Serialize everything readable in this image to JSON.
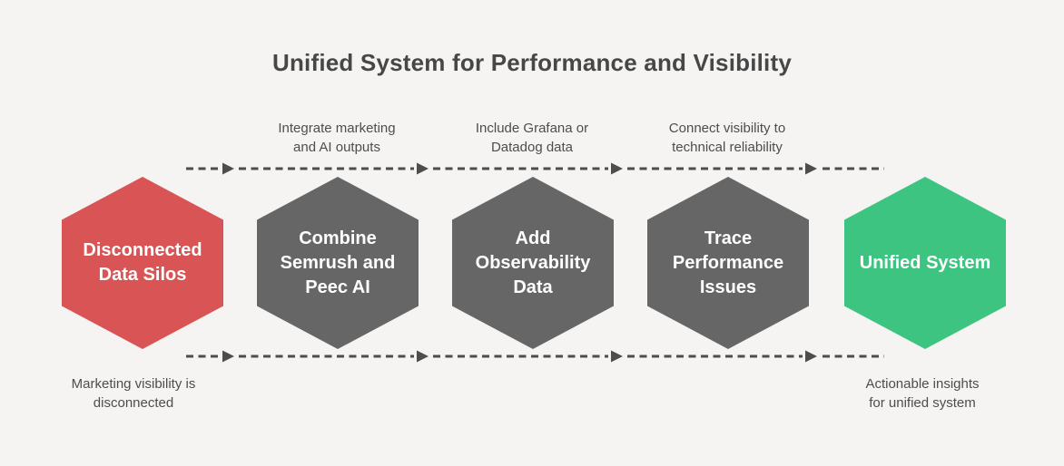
{
  "title": "Unified System for Performance and Visibility",
  "colors": {
    "background": "#F5F4F2",
    "text": "#4D4D4D",
    "arrow": "#4D4D4D",
    "red": "#D95454",
    "gray": "#666666",
    "green": "#3EC481",
    "hex_label": "#FFFFFF",
    "title": "#474747"
  },
  "steps": [
    {
      "label": "Disconnected\nData Silos",
      "color": "#D95454"
    },
    {
      "label": "Combine\nSemrush and\nPeec AI",
      "color": "#666666"
    },
    {
      "label": "Add\nObservability\nData",
      "color": "#666666"
    },
    {
      "label": "Trace\nPerformance\nIssues",
      "color": "#666666"
    },
    {
      "label": "Unified System",
      "color": "#3EC481"
    }
  ],
  "top_annotations": [
    "Integrate marketing\nand AI outputs",
    "Include Grafana or\nDatadog data",
    "Connect visibility to\ntechnical reliability"
  ],
  "bottom_annotations": {
    "left": "Marketing visibility is\ndisconnected",
    "right": "Actionable insights\nfor unified system"
  }
}
